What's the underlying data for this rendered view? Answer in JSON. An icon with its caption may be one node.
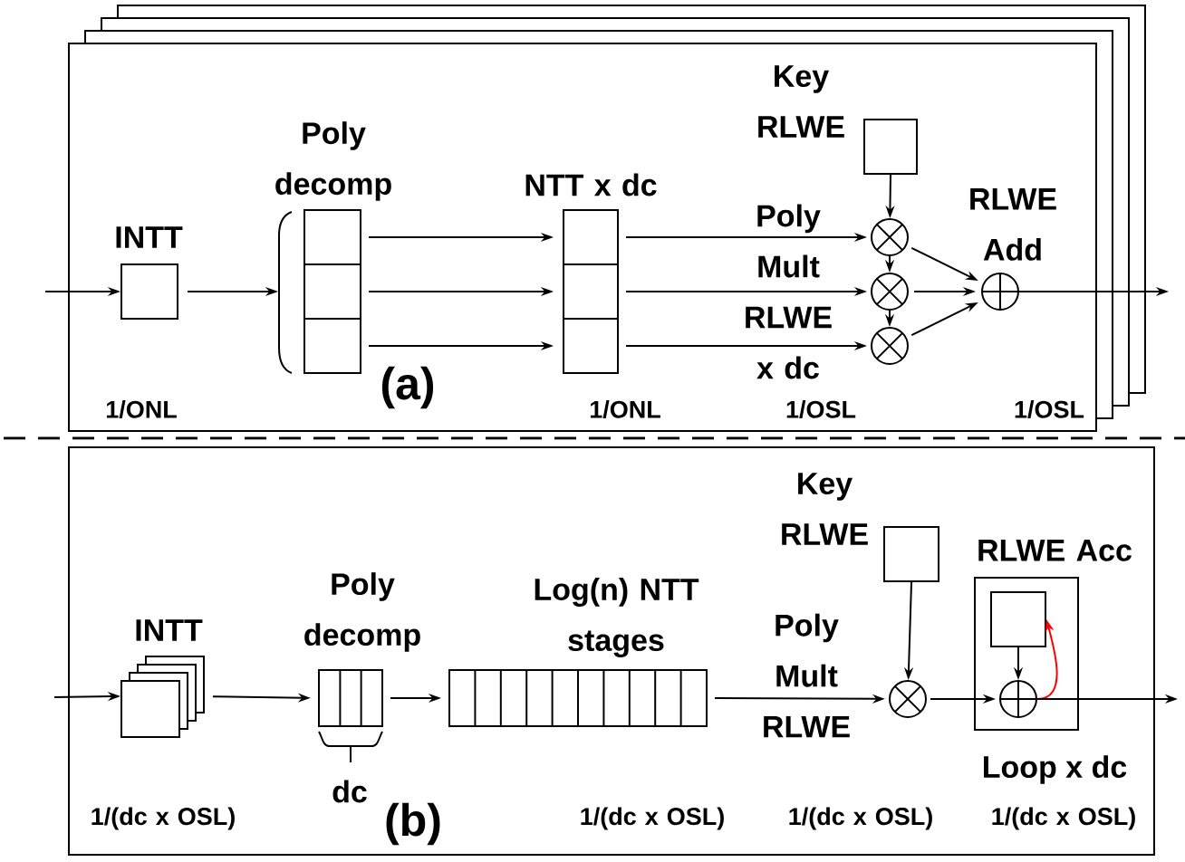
{
  "diagram": {
    "nodes": [
      {
        "text": [],
        "shape": "box"
      },
      {
        "text": [
          "INTT"
        ],
        "in": 0
      },
      {
        "text": [
          "Poly decomp"
        ],
        "in": 0
      },
      {
        "text": [
          "NTT x dc"
        ],
        "in": 0
      },
      {
        "text": [
          "Key RLWE"
        ],
        "in": 0
      },
      {
        "text": [],
        "shape": "circle",
        "in": 0
      },
      {
        "text": [],
        "shape": "circle",
        "in": 0
      },
      {
        "text": [],
        "shape": "circle",
        "in": 0
      },
      {
        "text": [
          "RLWE Add"
        ],
        "in": 0
      },
      {
        "text": [],
        "shape": "box"
      },
      {
        "text": [
          "INTT"
        ],
        "in": 9
      },
      {
        "text": [
          "Poly decomp"
        ],
        "beside": [
          "dc"
        ],
        "in": 9
      },
      {
        "text": [
          "Log(n) NTT stages"
        ],
        "in": 9
      },
      {
        "text": [
          "Key RLWE"
        ],
        "in": 9
      },
      {
        "text": [],
        "shape": "circle",
        "in": 9
      },
      {
        "text": [
          "RLWE Acc"
        ],
        "beside": [
          "Loop x dc"
        ],
        "in": 9
      },
      {
        "text": [],
        "shape": "box",
        "in": 15
      },
      {
        "text": [],
        "shape": "circle",
        "in": 15
      }
    ],
    "edges": [
      {
        "from": null,
        "to": 1,
        "arrow": "to"
      },
      {
        "from": 1,
        "to": 2,
        "arrow": "to"
      },
      {
        "from": 2,
        "to": 3,
        "arrow": "to"
      },
      {
        "from": 2,
        "to": 3,
        "arrow": "to"
      },
      {
        "from": 2,
        "to": 3,
        "arrow": "to"
      },
      {
        "from": 3,
        "to": 5,
        "arrow": "to"
      },
      {
        "from": 3,
        "to": 6,
        "arrow": "to"
      },
      {
        "from": 3,
        "to": 7,
        "arrow": "to"
      },
      {
        "from": 4,
        "to": 5,
        "arrow": "to"
      },
      {
        "from": 5,
        "to": 6,
        "arrow": "to"
      },
      {
        "from": 6,
        "to": 7,
        "arrow": "to"
      },
      {
        "from": 5,
        "to": 8,
        "arrow": "to"
      },
      {
        "from": 6,
        "to": 8,
        "arrow": "to"
      },
      {
        "from": 7,
        "to": 8,
        "arrow": "to"
      },
      {
        "from": 8,
        "to": null,
        "arrow": "to"
      },
      {
        "from": null,
        "to": 10,
        "arrow": "to"
      },
      {
        "from": 10,
        "to": 11,
        "arrow": "to"
      },
      {
        "from": 11,
        "to": 12,
        "arrow": "to"
      },
      {
        "from": 12,
        "to": 14,
        "arrow": "to"
      },
      {
        "from": 13,
        "to": 14,
        "arrow": "to"
      },
      {
        "from": 14,
        "to": 17,
        "arrow": "to"
      },
      {
        "from": 16,
        "to": 17,
        "arrow": "to"
      },
      {
        "from": 17,
        "to": 16,
        "arrow": "to",
        "color": "#ff0000"
      },
      {
        "from": 17,
        "to": null,
        "arrow": "to"
      }
    ],
    "labels": [
      "Poly Mult RLWE x dc",
      "(a)",
      "1/ONL",
      "1/ONL",
      "1/OSL",
      "1/OSL",
      "Poly Mult RLWE",
      "(b)",
      "1/(dc x OSL)",
      "1/(dc x OSL)",
      "1/(dc x OSL)",
      "1/(dc x OSL)"
    ]
  }
}
